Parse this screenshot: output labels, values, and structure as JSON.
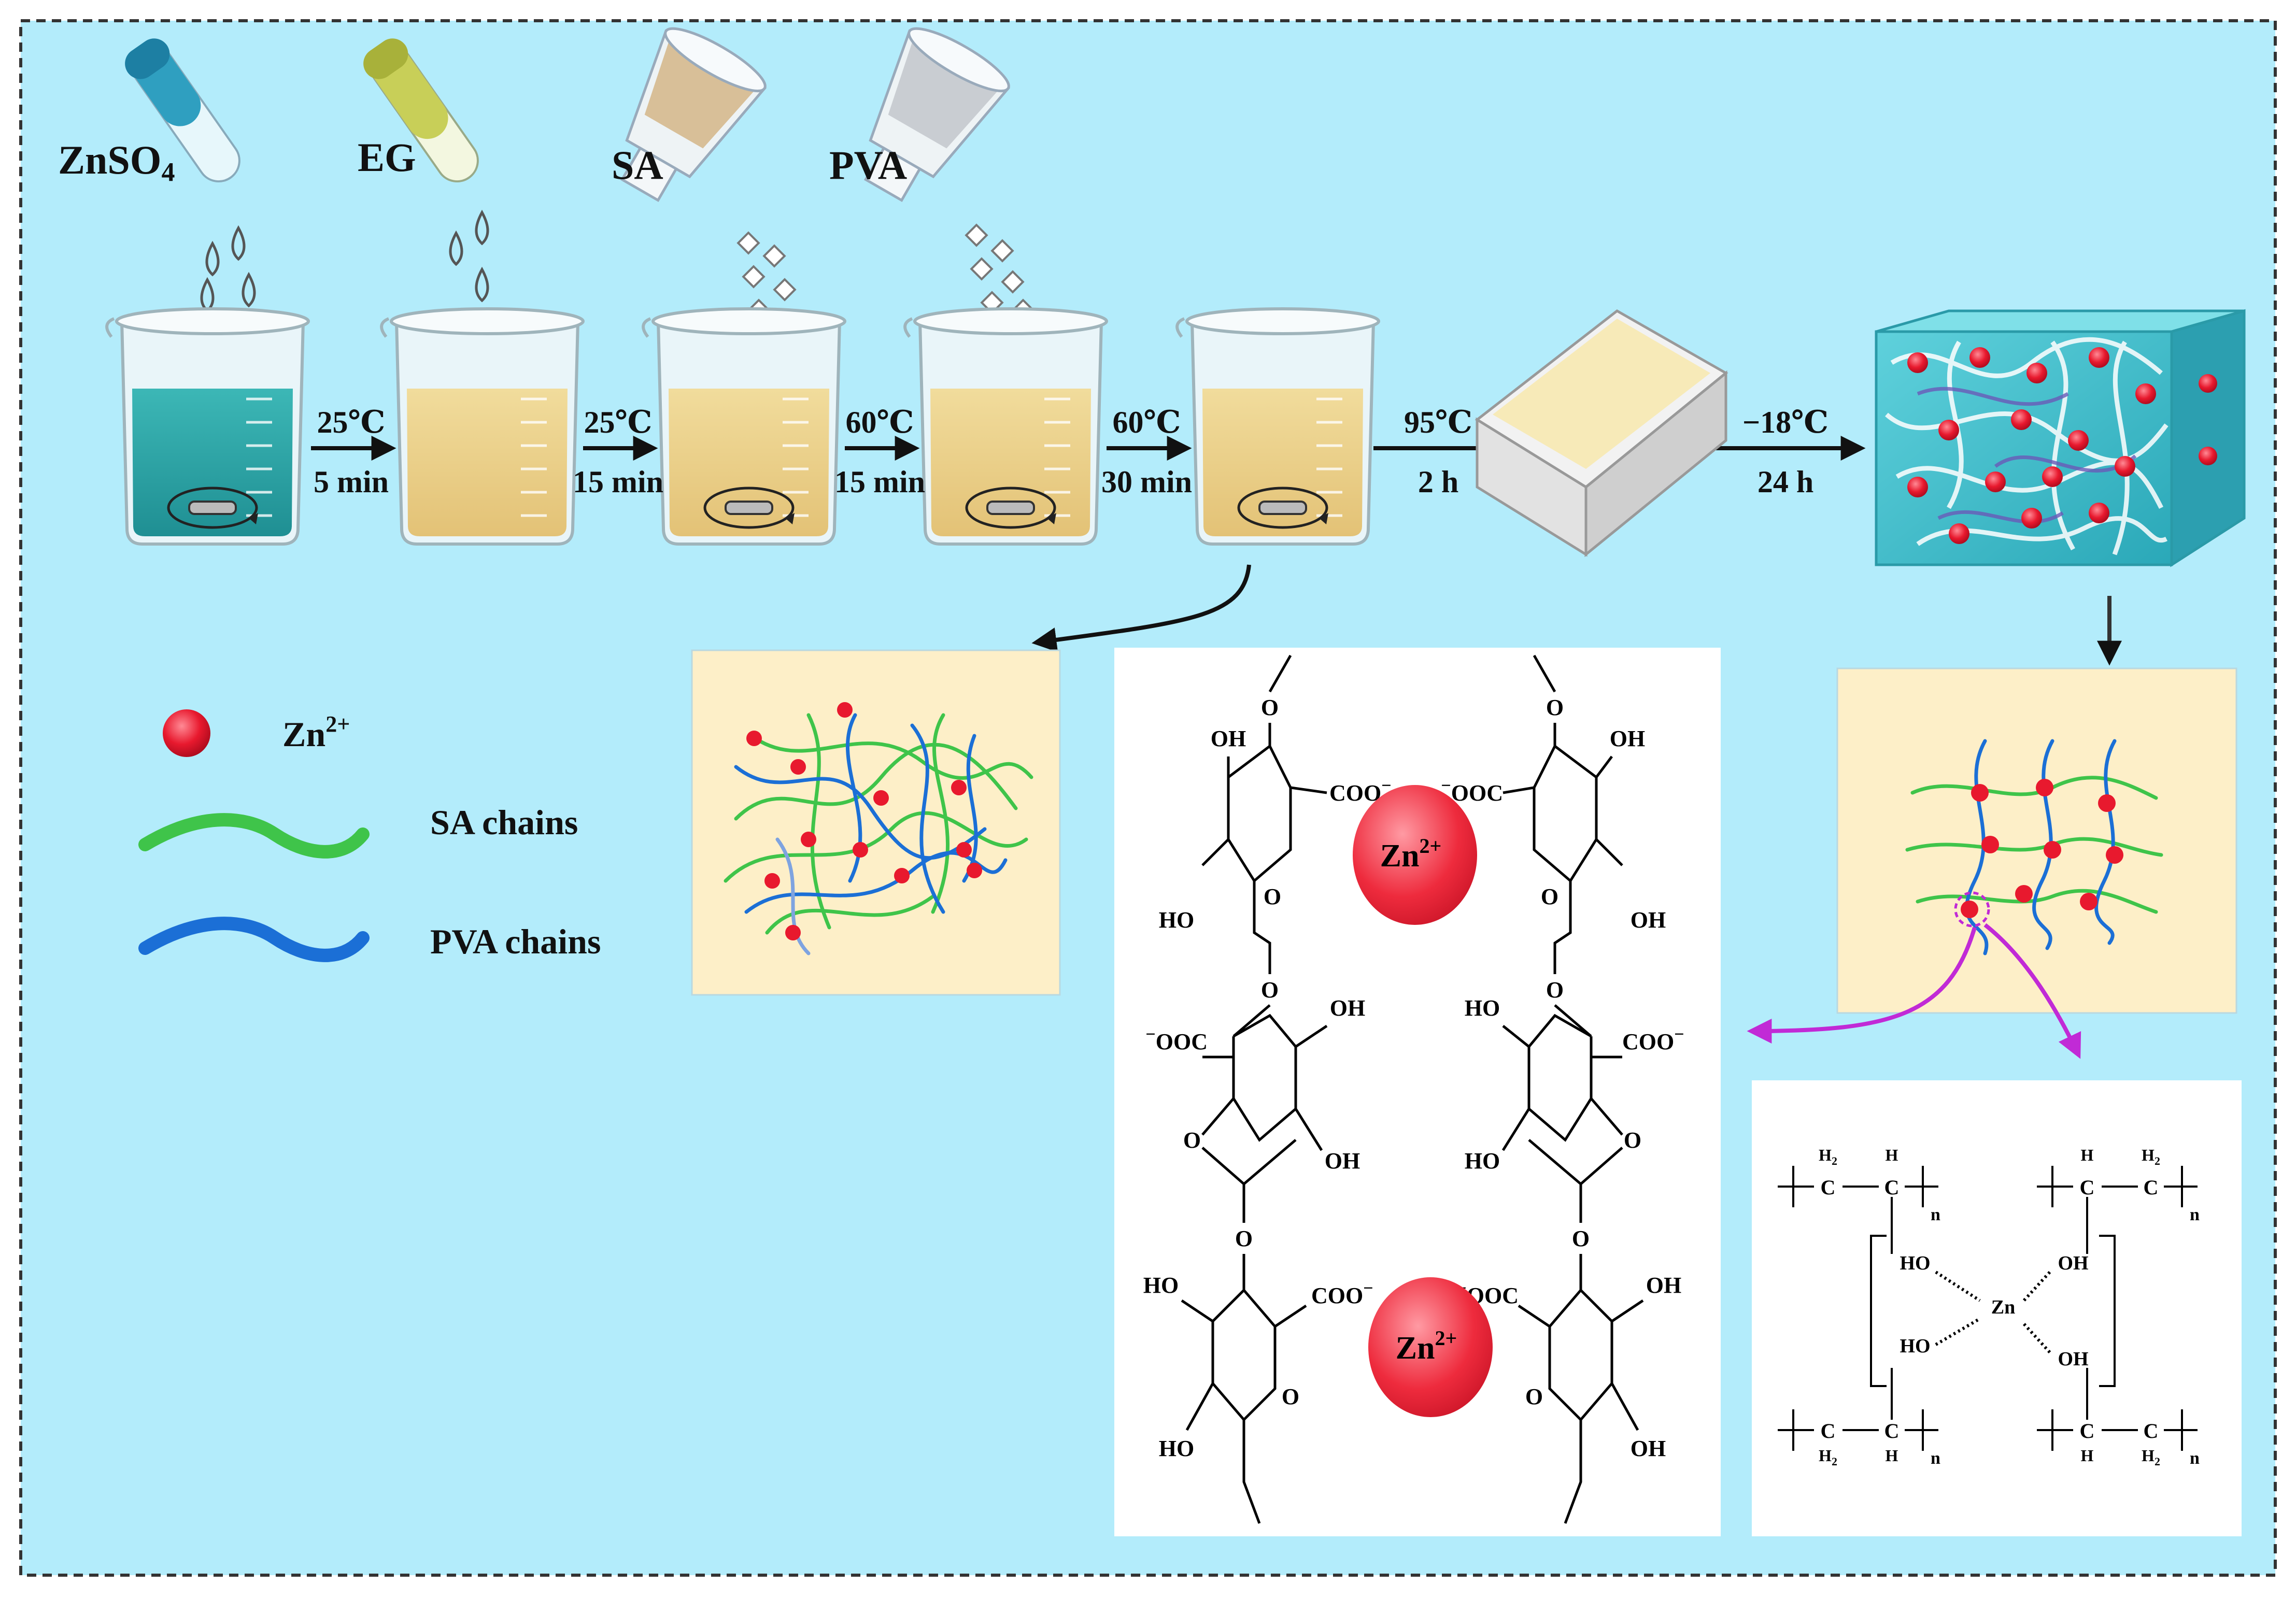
{
  "reagents": {
    "znso4": "ZnSO",
    "znso4_sub": "4",
    "eg": "EG",
    "sa": "SA",
    "pva": "PVA"
  },
  "steps": [
    {
      "temp": "25℃",
      "time": "5 min"
    },
    {
      "temp": "25℃",
      "time": "15 min"
    },
    {
      "temp": "60℃",
      "time": "15 min"
    },
    {
      "temp": "60℃",
      "time": "30 min"
    },
    {
      "temp": "95℃",
      "time": "2 h"
    },
    {
      "temp": "−18℃",
      "time": "24 h"
    }
  ],
  "legend": {
    "zn": "Zn",
    "zn_sup": "2+",
    "sa_chains": "SA chains",
    "pva_chains": "PVA chains"
  },
  "sa_structure": {
    "zn": "Zn",
    "zn_sup": "2+",
    "oh": "OH",
    "ho": "HO",
    "o": "O",
    "coo_right": "COO",
    "coo_left": "OOC",
    "minus": "−"
  },
  "pva_structure": {
    "c": "C",
    "h": "H",
    "h2": "H",
    "h2_sub": "2",
    "n": "n",
    "ho": "HO",
    "oh": "OH",
    "zn": "Zn"
  },
  "colors": {
    "background": "#b3ecfb",
    "sa_chain": "#3fc44a",
    "pva_chain": "#1b6fd6",
    "zn_ion": "#e8192e",
    "network_box": "#fdefc8",
    "arrow_magenta": "#c12ad6"
  }
}
